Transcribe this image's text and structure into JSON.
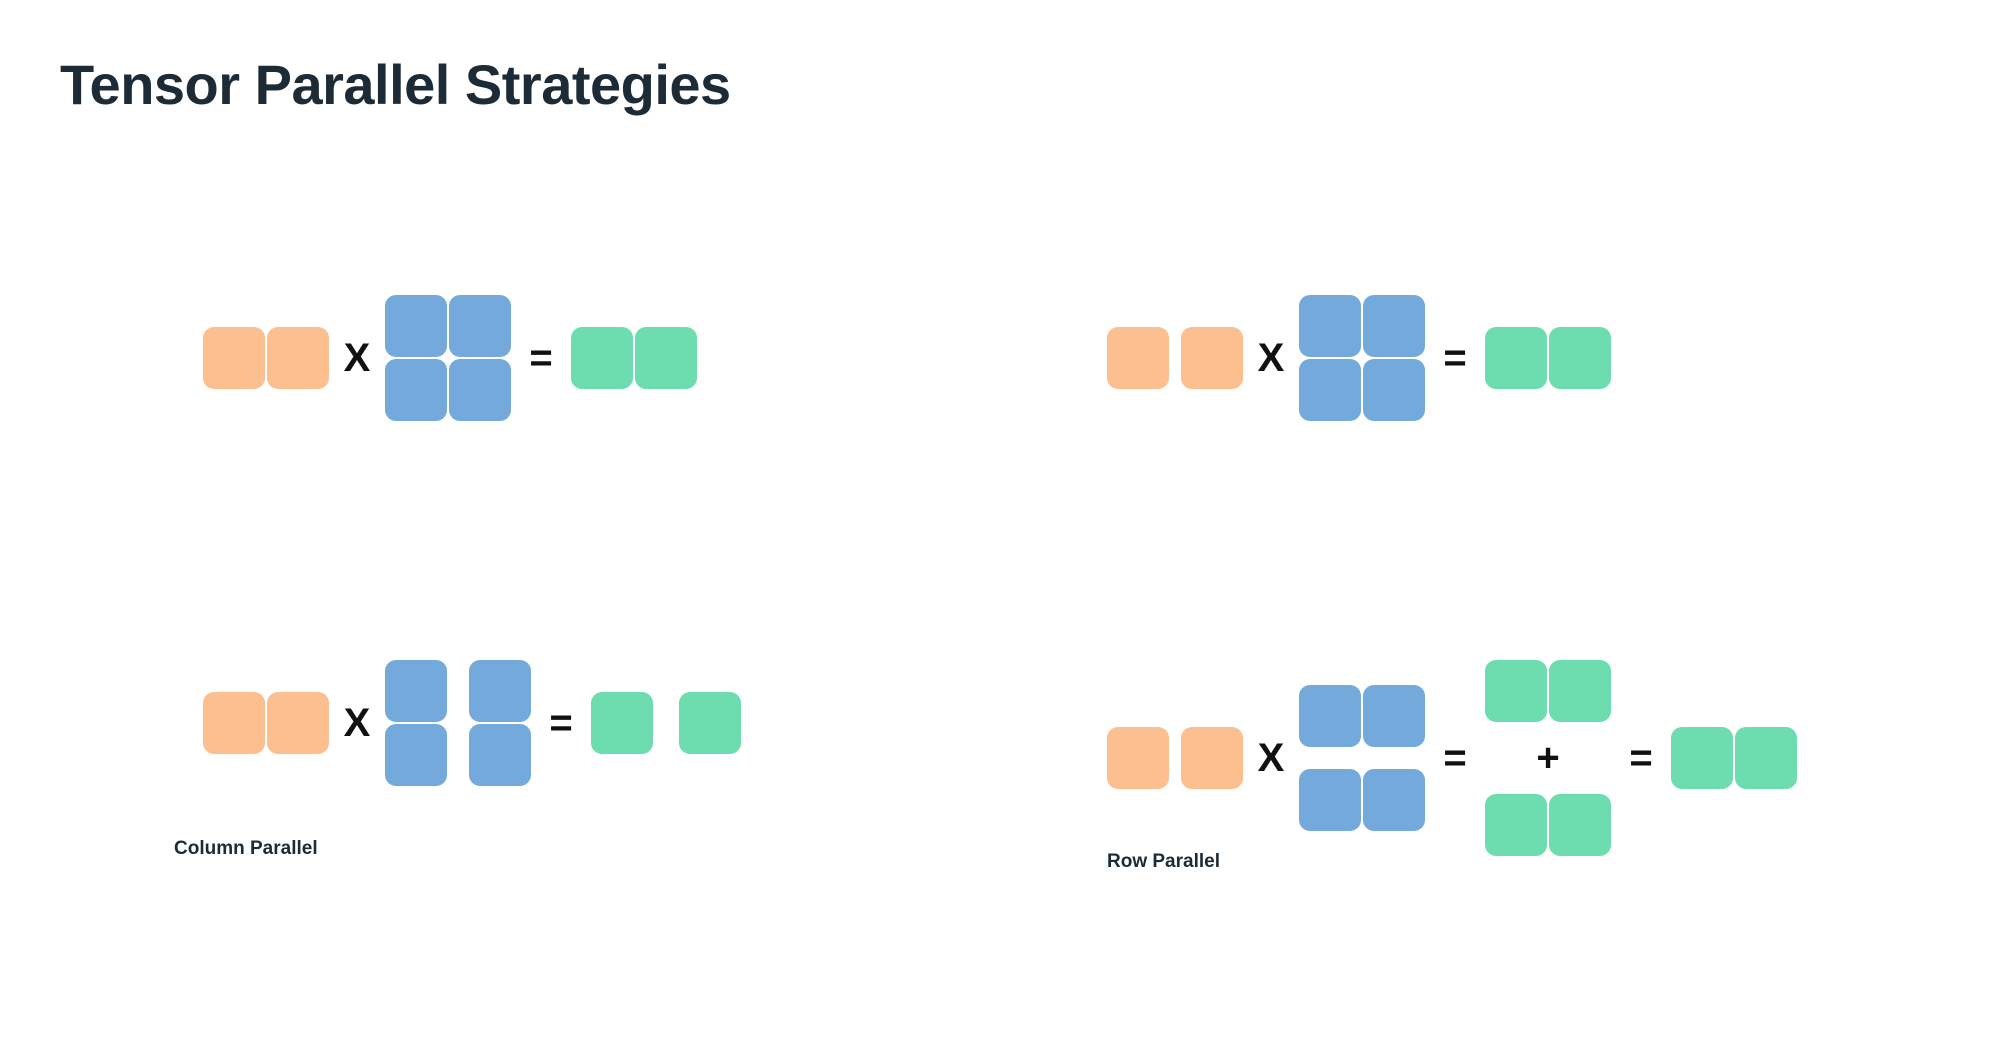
{
  "page": {
    "title": "Tensor Parallel Strategies",
    "background_color": "#FFFFFF"
  },
  "colors": {
    "input_orange": "#FCBF90",
    "weight_blue": "#74A9DC",
    "output_green": "#6DDCAE",
    "title_text": "#1D2B36",
    "operator_text": "#111111"
  },
  "operators": {
    "multiply": "X",
    "equals": "=",
    "plus": "+"
  },
  "diagrams": [
    {
      "id": "column-parallel-baseline",
      "position": "top-left",
      "caption": "",
      "input": {
        "color": "orange",
        "rows": 1,
        "cols": 2,
        "split": "none"
      },
      "weight": {
        "color": "blue",
        "rows": 2,
        "cols": 2,
        "split": "none"
      },
      "output": {
        "color": "green",
        "rows": 1,
        "cols": 2,
        "split": "none"
      }
    },
    {
      "id": "row-parallel-baseline",
      "position": "top-right",
      "caption": "",
      "input": {
        "color": "orange",
        "rows": 1,
        "cols": 2,
        "split": "columns"
      },
      "weight": {
        "color": "blue",
        "rows": 2,
        "cols": 2,
        "split": "none"
      },
      "output": {
        "color": "green",
        "rows": 1,
        "cols": 2,
        "split": "none"
      }
    },
    {
      "id": "column-parallel",
      "position": "bottom-left",
      "caption": "Column Parallel",
      "input": {
        "color": "orange",
        "rows": 1,
        "cols": 2,
        "split": "none"
      },
      "weight": {
        "color": "blue",
        "rows": 2,
        "cols": 2,
        "split": "columns",
        "shards": 2
      },
      "output": {
        "color": "green",
        "rows": 1,
        "cols": 2,
        "split": "columns",
        "shards": 2
      }
    },
    {
      "id": "row-parallel",
      "position": "bottom-right",
      "caption": "Row Parallel",
      "input": {
        "color": "orange",
        "rows": 1,
        "cols": 2,
        "split": "columns"
      },
      "weight": {
        "color": "blue",
        "rows": 2,
        "cols": 2,
        "split": "rows",
        "shards": 2
      },
      "partials": {
        "color": "green",
        "count": 2,
        "rows": 1,
        "cols": 2
      },
      "output": {
        "color": "green",
        "rows": 1,
        "cols": 2,
        "split": "none"
      }
    }
  ],
  "captions": {
    "column_parallel": "Column Parallel",
    "row_parallel": "Row Parallel"
  }
}
